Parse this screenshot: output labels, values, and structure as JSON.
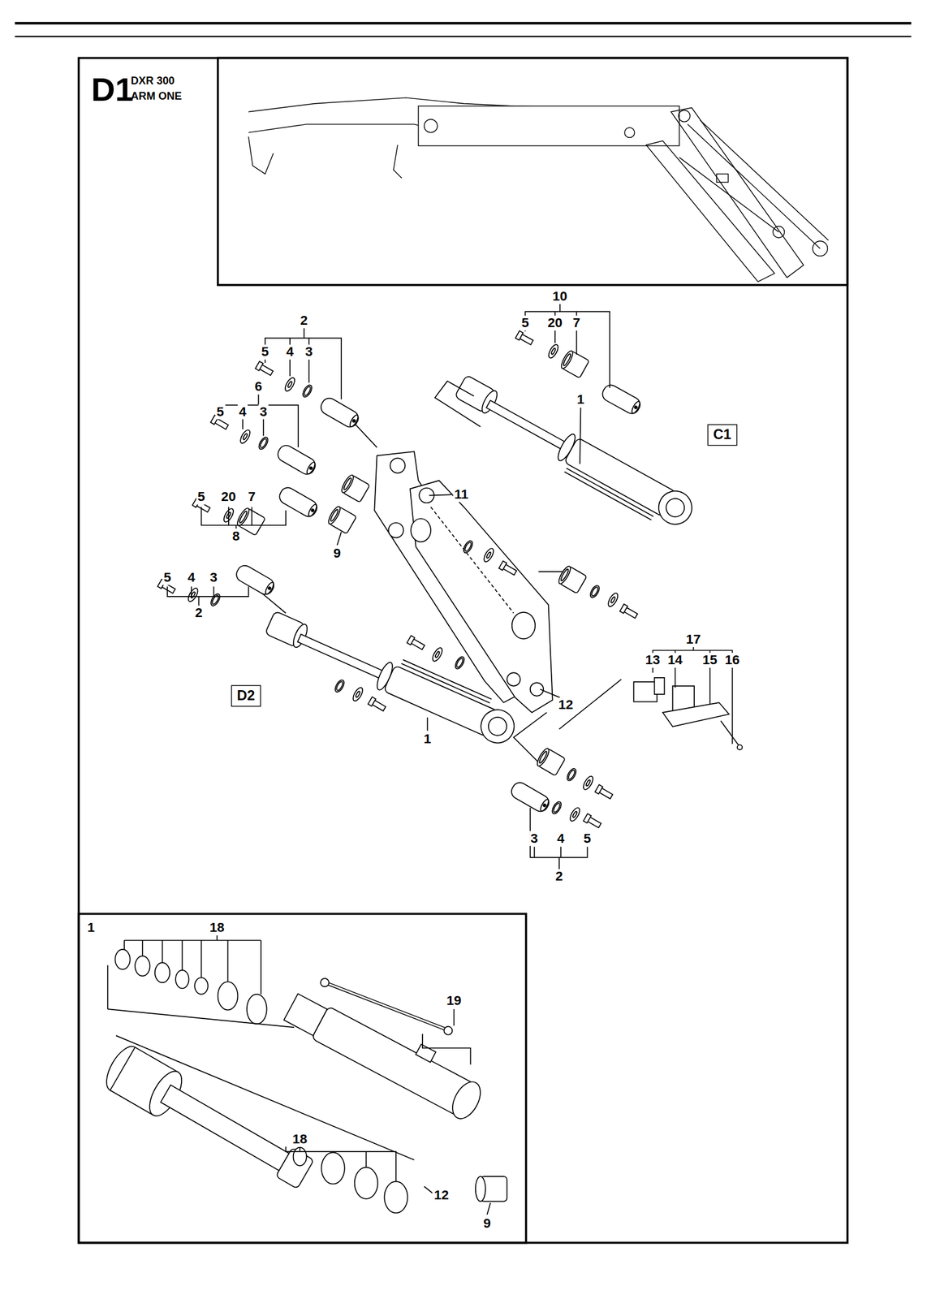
{
  "diagram": {
    "title": "D1",
    "nodes": [
      {
        "text": [
          "C1"
        ]
      },
      {
        "text": [
          "D2"
        ]
      }
    ],
    "labels": [
      "DXR 300 ARM ONE",
      "10",
      "5",
      "20",
      "7",
      "2",
      "5",
      "4",
      "3",
      "6",
      "1",
      "5",
      "4",
      "3",
      "11",
      "5",
      "20",
      "7",
      "8",
      "9",
      "5",
      "4",
      "3",
      "2",
      "17",
      "13",
      "14",
      "15",
      "16",
      "12",
      "1",
      "3",
      "4",
      "5",
      "2",
      "1",
      "18",
      "19",
      "18",
      "12",
      "9"
    ]
  }
}
